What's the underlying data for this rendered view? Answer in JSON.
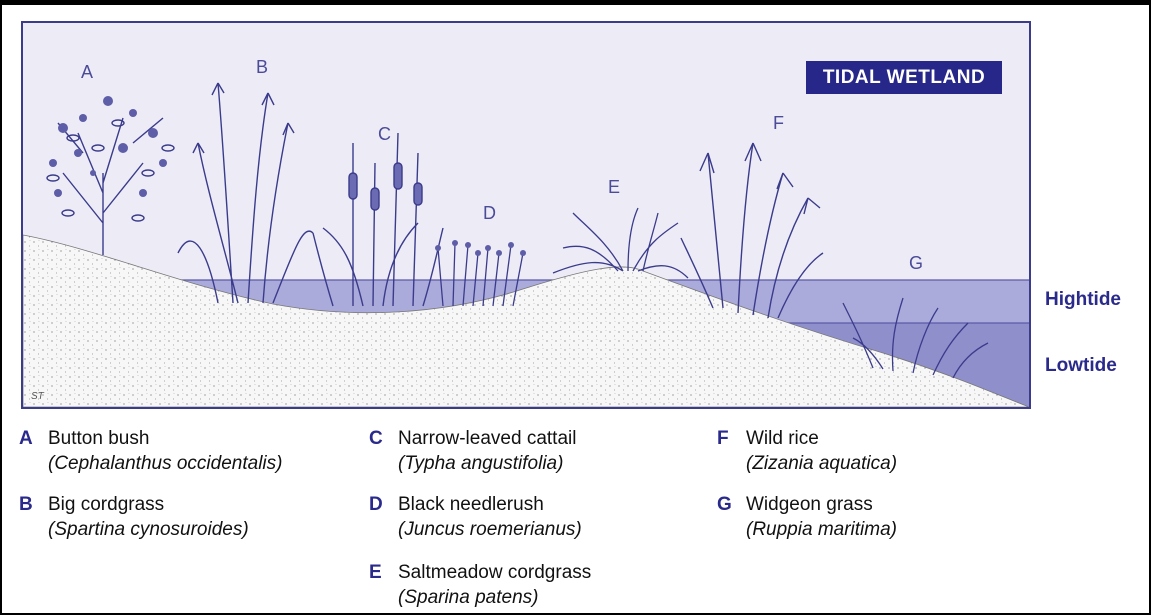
{
  "title": "TIDAL WETLAND",
  "tide_labels": {
    "high": "Hightide",
    "low": "Lowtide"
  },
  "artist_initials": "ST",
  "colors": {
    "water": "#9a9ad2",
    "sand": "#f6f6f6",
    "ink": "#3b3b8c",
    "badge": "#27278a",
    "key": "#2a2a8c",
    "sky": "#edecf6"
  },
  "plants": [
    {
      "key": "A",
      "common": "Button bush",
      "scientific": "(Cephalanthus occidentalis)"
    },
    {
      "key": "B",
      "common": "Big cordgrass",
      "scientific": "(Spartina cynosuroides)"
    },
    {
      "key": "C",
      "common": "Narrow-leaved cattail",
      "scientific": "(Typha angustifolia)"
    },
    {
      "key": "D",
      "common": "Black needlerush",
      "scientific": "(Juncus roemerianus)"
    },
    {
      "key": "E",
      "common": "Saltmeadow cordgrass",
      "scientific": "(Sparina patens)"
    },
    {
      "key": "F",
      "common": "Wild rice",
      "scientific": "(Zizania aquatica)"
    },
    {
      "key": "G",
      "common": "Widgeon grass",
      "scientific": "(Ruppia maritima)"
    }
  ]
}
